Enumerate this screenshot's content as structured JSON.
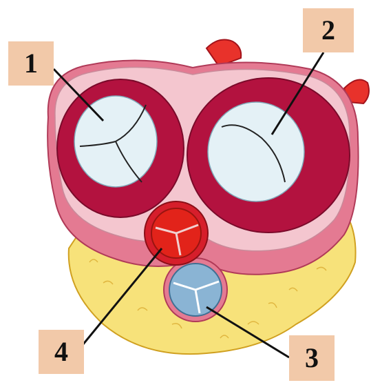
{
  "labels": {
    "label_1": "1",
    "label_2": "2",
    "label_3": "3",
    "label_4": "4"
  },
  "colors": {
    "label_background": "#f2c9a9",
    "leader_line": "#111111",
    "fat": "#f7e27a",
    "myocardium_pink": "#e47a92",
    "fibrous_ring": "#f4c6cf",
    "chamber_dark_red": "#b3123f",
    "av_valve_leaflet": "#e4f1f6",
    "aortic_valve": "#e2231a",
    "pulmonary_valve": "#8ab4d4",
    "vessel_stub": "#e8322b"
  }
}
